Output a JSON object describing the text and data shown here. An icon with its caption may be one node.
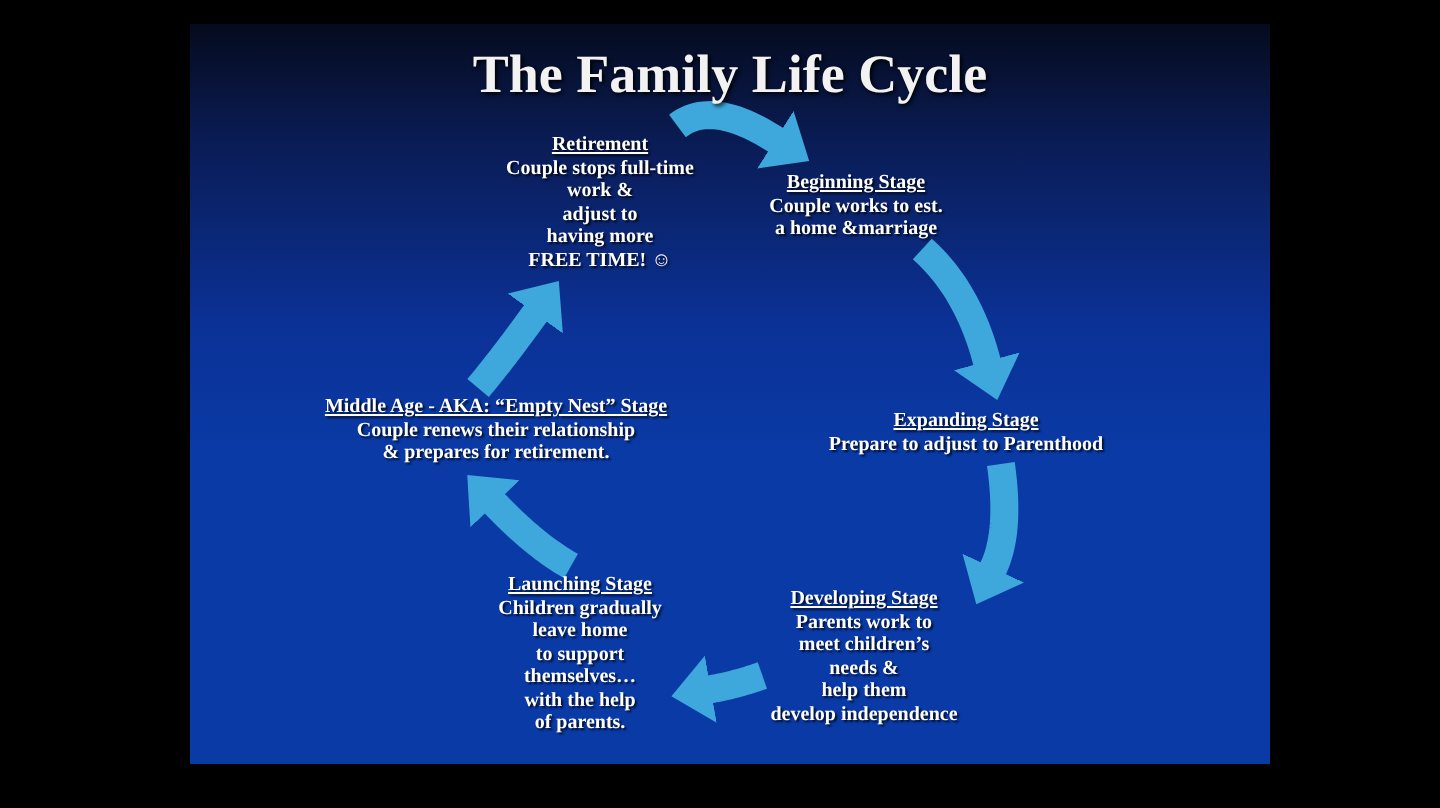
{
  "diagram": {
    "title": "The Family Life Cycle",
    "nodes": [
      {
        "text": [
          "Retirement",
          "Couple stops full-time work & adjust to having more FREE TIME! ☺"
        ]
      },
      {
        "text": [
          "Beginning Stage",
          "Couple works to est. a home &marriage"
        ]
      },
      {
        "text": [
          "Middle Age - AKA: “Empty Nest” Stage",
          "Couple renews their relationship & prepares for retirement."
        ]
      },
      {
        "text": [
          "Expanding Stage",
          "Prepare to adjust to Parenthood"
        ]
      },
      {
        "text": [
          "Launching Stage",
          "Children gradually leave home to support themselves… with the help of parents."
        ]
      },
      {
        "text": [
          "Developing Stage",
          "Parents work to meet children’s needs & help them develop independence"
        ]
      }
    ],
    "edges": [
      {
        "from": 0,
        "to": 1,
        "arrow": "to"
      },
      {
        "from": 1,
        "to": 3,
        "arrow": "to"
      },
      {
        "from": 3,
        "to": 5,
        "arrow": "to"
      },
      {
        "from": 5,
        "to": 4,
        "arrow": "to"
      },
      {
        "from": 4,
        "to": 2,
        "arrow": "to"
      },
      {
        "from": 2,
        "to": 0,
        "arrow": "to"
      }
    ]
  }
}
